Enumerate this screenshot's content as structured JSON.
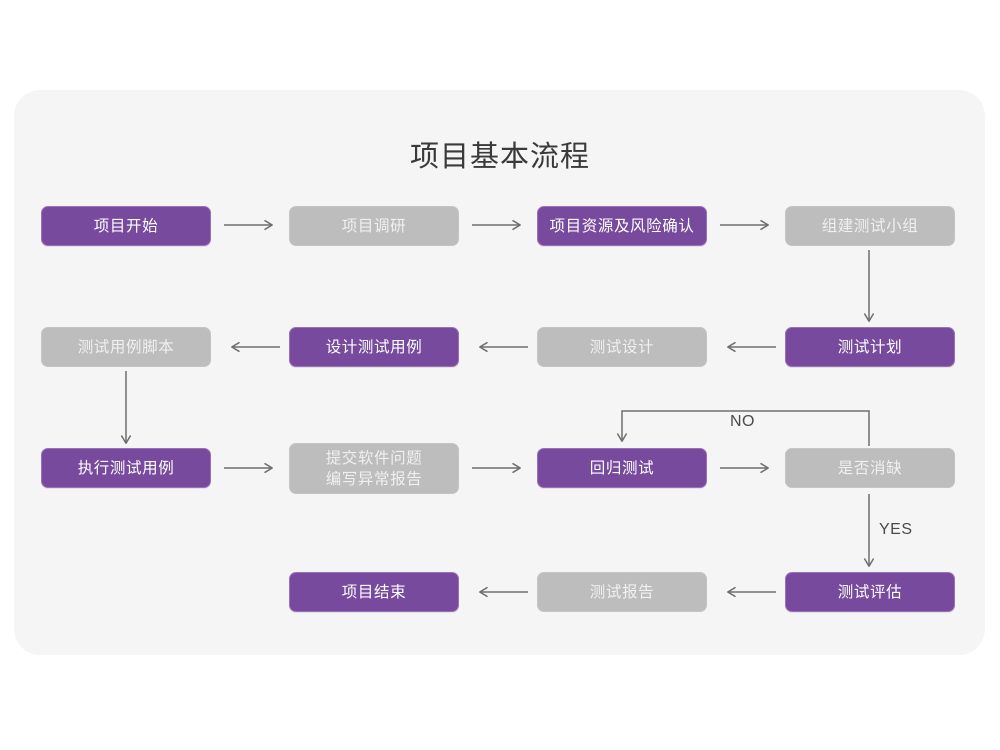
{
  "card": {
    "background": "#f5f5f5",
    "title": "项目基本流程"
  },
  "palette": {
    "purple_fill": "#774a9e",
    "purple_border": "#9a6fbb",
    "gray_fill": "#bdbdbd",
    "gray_text": "#f0f0f0",
    "purple_text": "#ffffff",
    "connector": "#6e6e6e",
    "page_background": "#ffffff"
  },
  "nodes": [
    {
      "id": "n1",
      "label": "项目开始",
      "style": "purple",
      "row": 1,
      "col": 1
    },
    {
      "id": "n2",
      "label": "项目调研",
      "style": "gray",
      "row": 1,
      "col": 2
    },
    {
      "id": "n3",
      "label": "项目资源及风险确认",
      "style": "purple",
      "row": 1,
      "col": 3
    },
    {
      "id": "n4",
      "label": "组建测试小组",
      "style": "gray",
      "row": 1,
      "col": 4
    },
    {
      "id": "n5",
      "label": "测试用例脚本",
      "style": "gray",
      "row": 2,
      "col": 1
    },
    {
      "id": "n6",
      "label": "设计测试用例",
      "style": "purple",
      "row": 2,
      "col": 2
    },
    {
      "id": "n7",
      "label": "测试设计",
      "style": "gray",
      "row": 2,
      "col": 3
    },
    {
      "id": "n8",
      "label": "测试计划",
      "style": "purple",
      "row": 2,
      "col": 4
    },
    {
      "id": "n9",
      "label": "执行测试用例",
      "style": "purple",
      "row": 3,
      "col": 1
    },
    {
      "id": "n10",
      "label": "提交软件问题\n编写异常报告",
      "style": "gray",
      "row": 3,
      "col": 2
    },
    {
      "id": "n11",
      "label": "回归测试",
      "style": "purple",
      "row": 3,
      "col": 3
    },
    {
      "id": "n12",
      "label": "是否消缺",
      "style": "gray",
      "row": 3,
      "col": 4
    },
    {
      "id": "n13",
      "label": "项目结束",
      "style": "purple",
      "row": 4,
      "col": 2
    },
    {
      "id": "n14",
      "label": "测试报告",
      "style": "gray",
      "row": 4,
      "col": 3
    },
    {
      "id": "n15",
      "label": "测试评估",
      "style": "purple",
      "row": 4,
      "col": 4
    }
  ],
  "edge_labels": {
    "no": "NO",
    "yes": "YES"
  },
  "edges": [
    {
      "from": "n1",
      "to": "n2",
      "direction": "right"
    },
    {
      "from": "n2",
      "to": "n3",
      "direction": "right"
    },
    {
      "from": "n3",
      "to": "n4",
      "direction": "right"
    },
    {
      "from": "n4",
      "to": "n8",
      "direction": "down"
    },
    {
      "from": "n8",
      "to": "n7",
      "direction": "left"
    },
    {
      "from": "n7",
      "to": "n6",
      "direction": "left"
    },
    {
      "from": "n6",
      "to": "n5",
      "direction": "left"
    },
    {
      "from": "n5",
      "to": "n9",
      "direction": "down"
    },
    {
      "from": "n9",
      "to": "n10",
      "direction": "right"
    },
    {
      "from": "n10",
      "to": "n11",
      "direction": "right"
    },
    {
      "from": "n11",
      "to": "n12",
      "direction": "right"
    },
    {
      "from": "n12",
      "to": "n11",
      "direction": "loop-up-left",
      "label": "NO"
    },
    {
      "from": "n12",
      "to": "n15",
      "direction": "down",
      "label": "YES"
    },
    {
      "from": "n15",
      "to": "n14",
      "direction": "left"
    },
    {
      "from": "n14",
      "to": "n13",
      "direction": "left"
    }
  ]
}
